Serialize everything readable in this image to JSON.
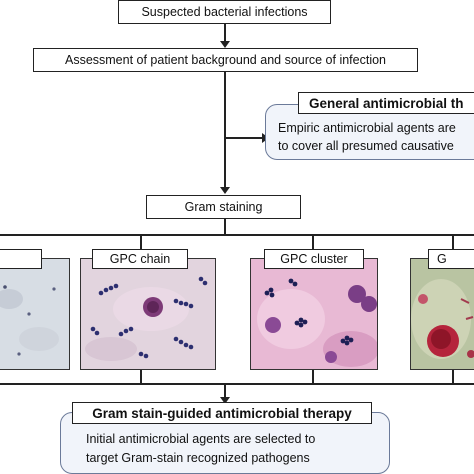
{
  "steps": {
    "suspected": "Suspected bacterial infections",
    "assessment": "Assessment of patient background and source of infection",
    "gram_staining": "Gram staining"
  },
  "general_therapy": {
    "title": "General antimicrobial th",
    "line1": "Empiric antimicrobial agents are",
    "line2": "to cover all presumed causative"
  },
  "stain_panels": [
    {
      "label": ""
    },
    {
      "label": "GPC chain"
    },
    {
      "label": "GPC cluster"
    },
    {
      "label": "G"
    }
  ],
  "guided_therapy": {
    "title": "Gram stain-guided antimicrobial therapy",
    "line1": "Initial antimicrobial agents are selected to",
    "line2": "target Gram-stain recognized pathogens"
  }
}
